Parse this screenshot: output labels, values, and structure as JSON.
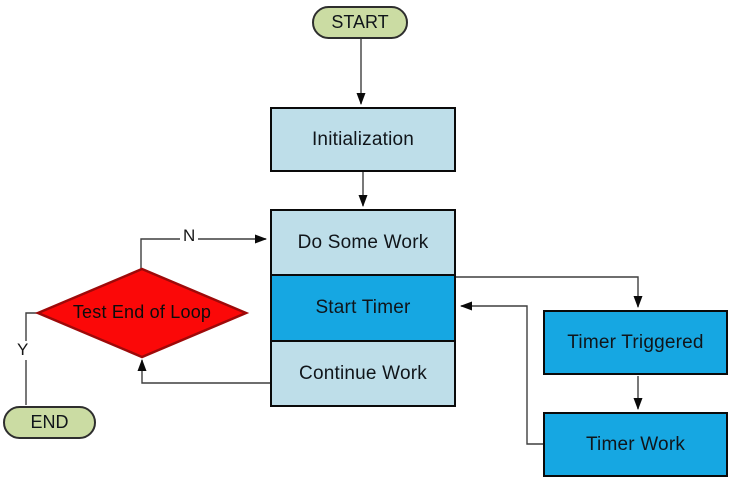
{
  "diagram": {
    "type": "flowchart",
    "nodes": {
      "start": {
        "label": "START",
        "shape": "terminator"
      },
      "initialization": {
        "label": "Initialization",
        "shape": "process"
      },
      "do_some_work": {
        "label": "Do Some Work",
        "shape": "process"
      },
      "start_timer": {
        "label": "Start Timer",
        "shape": "process"
      },
      "continue_work": {
        "label": "Continue Work",
        "shape": "process"
      },
      "test_end_of_loop": {
        "label": "Test End of Loop",
        "shape": "decision"
      },
      "timer_triggered": {
        "label": "Timer Triggered",
        "shape": "process"
      },
      "timer_work": {
        "label": "Timer Work",
        "shape": "process"
      },
      "end": {
        "label": "END",
        "shape": "terminator"
      }
    },
    "edge_labels": {
      "no": "N",
      "yes": "Y"
    },
    "edges": [
      {
        "from": "start",
        "to": "initialization",
        "label": ""
      },
      {
        "from": "initialization",
        "to": "do_some_work",
        "label": ""
      },
      {
        "from": "start_timer",
        "to": "timer_triggered",
        "label": ""
      },
      {
        "from": "timer_triggered",
        "to": "timer_work",
        "label": ""
      },
      {
        "from": "timer_work",
        "to": "start_timer",
        "label": ""
      },
      {
        "from": "continue_work",
        "to": "test_end_of_loop",
        "label": ""
      },
      {
        "from": "test_end_of_loop",
        "to": "do_some_work",
        "label": "N"
      },
      {
        "from": "test_end_of_loop",
        "to": "end",
        "label": "Y"
      }
    ],
    "colors": {
      "canvas": "#ffffff",
      "process_light": "#bedee9",
      "process_blue": "#16a7e2",
      "decision_fill": "#fb0808",
      "decision_border": "#9e0909",
      "terminator_fill": "#cbdca3",
      "shape_border": "#0a0a0a",
      "connector": "#3f3f3f",
      "arrowhead": "#0a0a0a",
      "text": "#10151a"
    }
  }
}
